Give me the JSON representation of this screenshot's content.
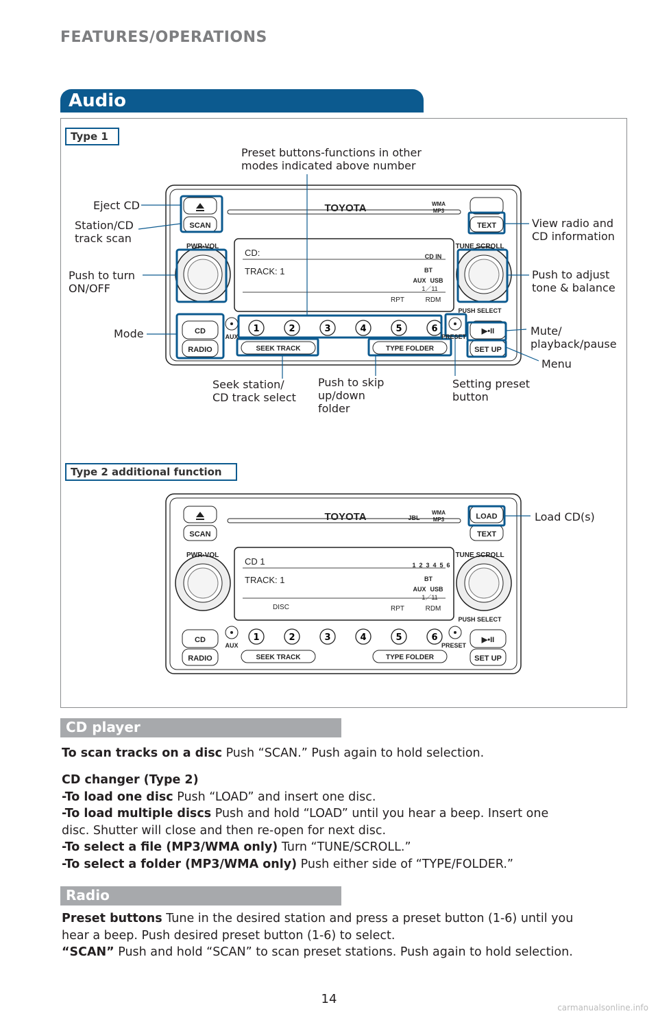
{
  "header": {
    "section": "FEATURES/OPERATIONS",
    "title": "Audio"
  },
  "type1": {
    "label": "Type 1",
    "callouts": {
      "preset_buttons": [
        "Preset buttons-functions in other",
        "modes indicated above number"
      ],
      "eject": [
        "Eject CD"
      ],
      "scan": [
        "Station/CD",
        "track scan"
      ],
      "power": [
        "Push to turn",
        "ON/OFF"
      ],
      "mode": [
        "Mode"
      ],
      "seek": [
        "Seek station/",
        "CD track select"
      ],
      "skip_folder": [
        "Push to skip",
        "up/down",
        "folder"
      ],
      "setting_preset": [
        "Setting preset",
        "button"
      ],
      "view_info": [
        "View radio and",
        "CD information"
      ],
      "tone": [
        "Push to adjust",
        "tone & balance"
      ],
      "mute": [
        "Mute/",
        "playback/pause"
      ],
      "menu": [
        "Menu"
      ]
    }
  },
  "type2": {
    "label": "Type 2 additional function",
    "callouts": {
      "load": [
        "Load CD(s)"
      ]
    }
  },
  "radio_unit": {
    "brand": "TOYOTA",
    "wma_mp3": [
      "WMA",
      "MP3"
    ],
    "jbl": "JBL",
    "buttons": {
      "scan": "SCAN",
      "pwr_vol": "PWR·VOL",
      "cd": "CD",
      "radio": "RADIO",
      "aux": "AUX",
      "presets": [
        "1",
        "2",
        "3",
        "4",
        "5",
        "6"
      ],
      "seek_track": "SEEK TRACK",
      "type_folder": "TYPE FOLDER",
      "text": "TEXT",
      "tune_scroll": "TUNE SCROLL",
      "push_select": "PUSH SELECT",
      "preset": "PRESET",
      "play": "▶•II",
      "set_up": "SET UP",
      "load": "LOAD"
    },
    "display1": {
      "line1": "CD:",
      "line2": "TRACK:  1",
      "badge": "CD IN",
      "bt": "BT",
      "aux": "AUX",
      "usb": "USB",
      "count": "1／11",
      "rpt": "RPT",
      "rdm": "RDM"
    },
    "display2": {
      "line1": "CD 1",
      "line2": "TRACK:  1",
      "discs": [
        "1",
        "2",
        "3",
        "4",
        "5",
        "6"
      ],
      "bt": "BT",
      "aux": "AUX",
      "usb": "USB",
      "count": "1／11",
      "disc": "DISC",
      "rpt": "RPT",
      "rdm": "RDM"
    }
  },
  "cd_player": {
    "title": "CD player",
    "scan_bold": "To scan tracks on a disc",
    "scan_text": " Push “SCAN.” Push again to hold selection.",
    "changer_title": "CD changer (Type 2)",
    "load_one_bold": "-To load one disc",
    "load_one_text": " Push “LOAD” and insert one disc.",
    "load_multi_bold": "-To load multiple discs",
    "load_multi_text": " Push and hold “LOAD” until you hear a beep. Insert one",
    "load_multi_text2": " disc. Shutter will close and then re-open for next disc.",
    "file_bold": "-To select a file (MP3/WMA only)",
    "file_text": " Turn “TUNE/SCROLL.”",
    "folder_bold": "-To select a folder (MP3/WMA only)",
    "folder_text": " Push either side of “TYPE/FOLDER.”"
  },
  "radio": {
    "title": "Radio",
    "preset_bold": "Preset buttons",
    "preset_text": " Tune in the desired station and press a preset button (1-6) until you",
    "preset_text2": "hear a beep. Push desired preset button (1-6) to select.",
    "scan_bold": "“SCAN”",
    "scan_text": " Push and hold “SCAN” to scan preset stations. Push again to hold selection."
  },
  "page_number": "14",
  "watermark": "carmanualsonline.info"
}
